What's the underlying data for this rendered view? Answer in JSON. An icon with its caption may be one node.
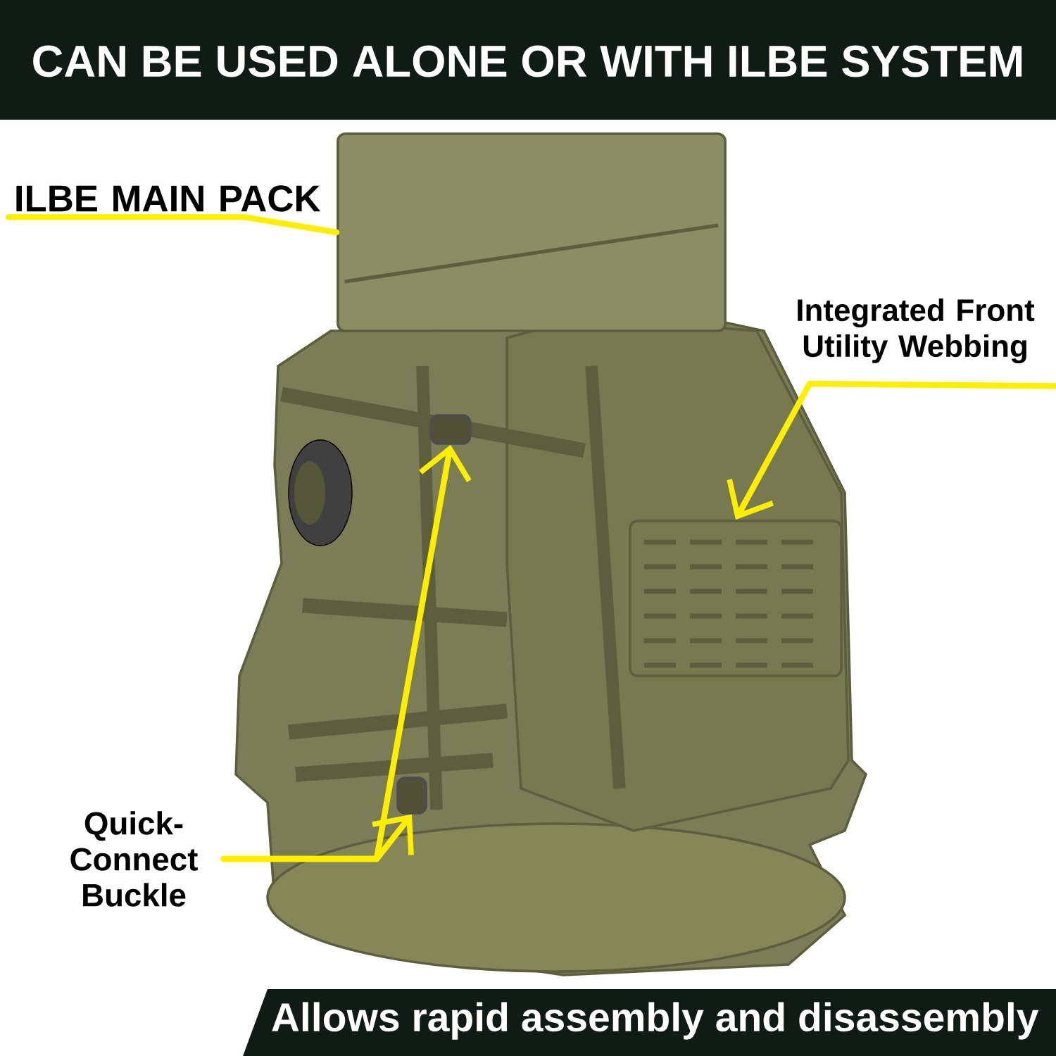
{
  "diagram": {
    "title": "CAN BE USED ALONE OR WITH ILBE SYSTEM",
    "caption": "Allows rapid assembly and disassembly",
    "nodes": [
      {
        "text": [
          "ILBE MAIN PACK"
        ]
      },
      {
        "text": [],
        "shape": "box"
      },
      {
        "text": [
          "Integrated Front Utility Webbing"
        ]
      },
      {
        "text": [],
        "shape": "box"
      },
      {
        "text": [
          "Quick-Connect Buckle"
        ]
      },
      {
        "text": [],
        "shape": "box"
      },
      {
        "text": [],
        "shape": "box"
      }
    ],
    "edges": [
      {
        "from": 0,
        "to": 1,
        "arrow": "none"
      },
      {
        "from": 2,
        "to": 3,
        "arrow": "to"
      },
      {
        "from": 4,
        "to": 5,
        "arrow": "to"
      },
      {
        "from": 4,
        "to": 6,
        "arrow": "to"
      }
    ]
  }
}
